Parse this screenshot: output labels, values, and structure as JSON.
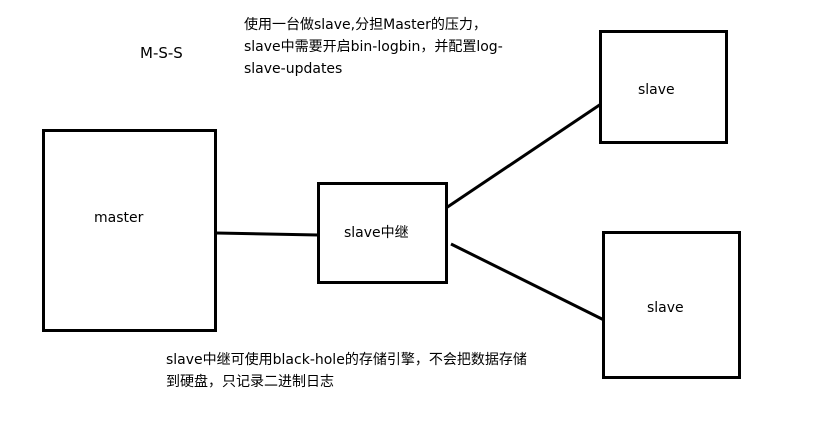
{
  "diagram": {
    "title": "M-S-S",
    "top_note": {
      "lines": [
        "使用一台做slave,分担Master的压力，",
        "slave中需要开启bin-logbin，并配置log-",
        "slave-updates"
      ]
    },
    "bottom_note": {
      "lines": [
        "slave中继可使用black-hole的存储引擎，不会把数据存储",
        "到硬盘，只记录二进制日志"
      ]
    },
    "nodes": {
      "master": "master",
      "relay": "slave中继",
      "slave_top": "slave",
      "slave_bottom": "slave"
    },
    "colors": {
      "stroke": "#000000",
      "background": "#ffffff"
    }
  }
}
